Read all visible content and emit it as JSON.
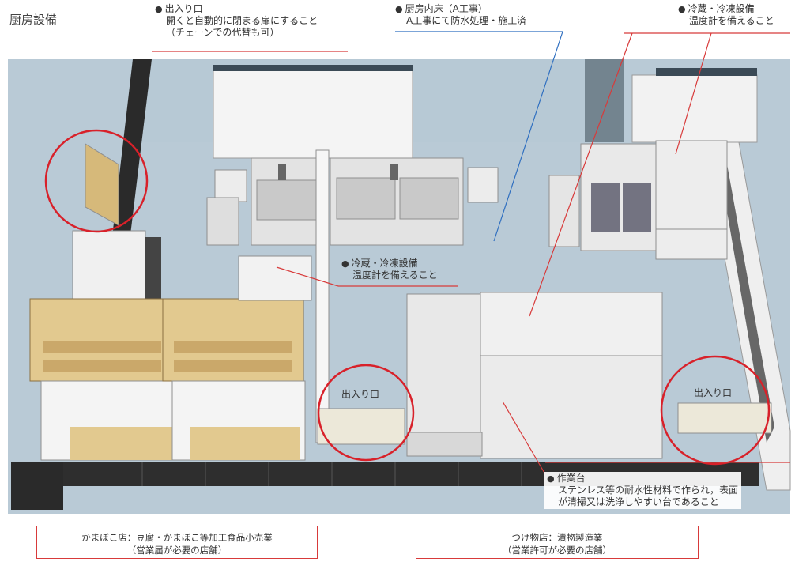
{
  "title": "厨房設備",
  "callouts": {
    "entrance": {
      "head": "出入り口",
      "lines": [
        "開くと自動的に閉まる扉にすること",
        "（チェーンでの代替も可）"
      ]
    },
    "floor": {
      "head": "厨房内床（A工事）",
      "lines": [
        "A工事にて防水処理・施工済"
      ]
    },
    "fridge_right": {
      "head": "冷蔵・冷凍設備",
      "lines": [
        "温度計を備えること"
      ]
    },
    "fridge_center": {
      "head": "冷蔵・冷凍設備",
      "lines": [
        "温度計を備えること"
      ]
    },
    "worktable": {
      "head": "作業台",
      "lines": [
        "ステンレス等の耐水性材料で作られ，表面",
        "が清掃又は洗浄しやすい台であること"
      ]
    }
  },
  "door_labels": {
    "center": "出入り口",
    "right": "出入り口"
  },
  "bottom_boxes": {
    "left": {
      "line1": "かまぼこ店：豆腐・かまぼこ等加工食品小売業",
      "line2": "（営業届が必要の店舗）"
    },
    "right": {
      "line1": "つけ物店：漬物製造業",
      "line2": "（営業許可が必要の店舗）"
    }
  },
  "colors": {
    "floor": "#b9cad6",
    "wall": "#f1f1f1",
    "wood": "#e2c98f",
    "stainless": "#dcdcdc",
    "highlight_circle": "#d8212a",
    "leader_line_blue": "#2f6fc0",
    "leader_line_red": "#d83a3a"
  }
}
